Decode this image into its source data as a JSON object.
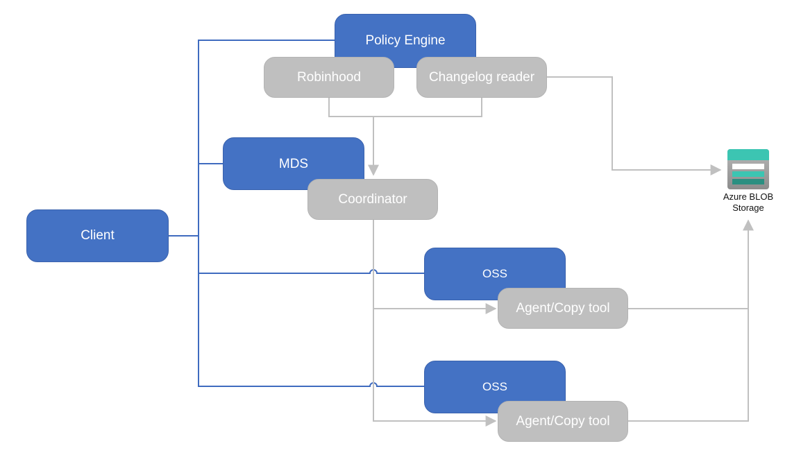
{
  "nodes": {
    "policy_engine": "Policy Engine",
    "robinhood": "Robinhood",
    "changelog_reader": "Changelog reader",
    "mds": "MDS",
    "coordinator": "Coordinator",
    "client": "Client",
    "oss_1": "OSS",
    "agent_copy_tool_1": "Agent/Copy tool",
    "oss_2": "OSS",
    "agent_copy_tool_2": "Agent/Copy tool"
  },
  "storage": {
    "line1": "Azure BLOB",
    "line2": "Storage",
    "icon": "azure-blob-storage-icon"
  },
  "colors": {
    "primary_box": "#4472c4",
    "secondary_box": "#bfbfbf",
    "blue_connector": "#3f6bbf",
    "gray_connector": "#c0c0c0",
    "storage_teal": "#3cc5b2",
    "storage_dark_teal": "#2a8f81",
    "storage_gray": "#9a9a9a"
  }
}
